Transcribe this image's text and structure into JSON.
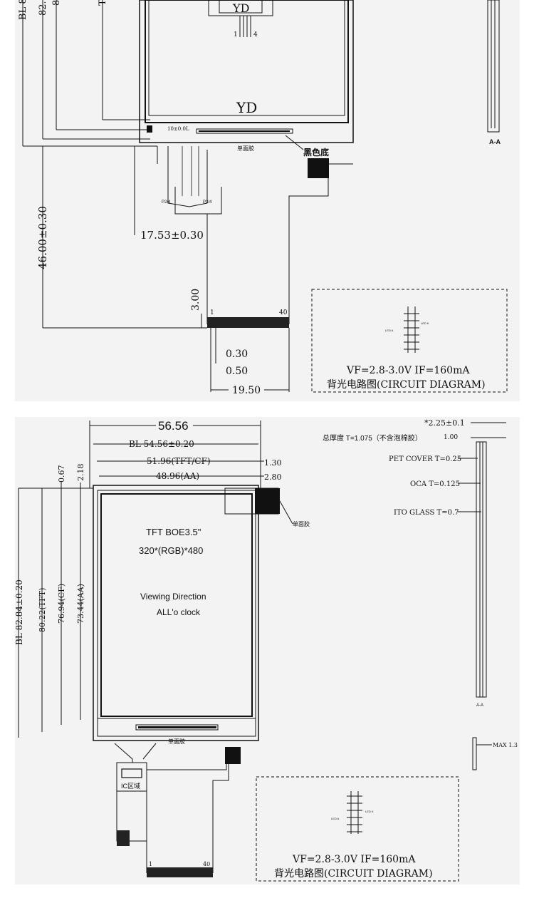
{
  "top_drawing": {
    "label_bl": "BL 8",
    "label_82": "82.",
    "label_8": "8",
    "label_t": "T",
    "yd_top": "YD",
    "pin1_small": "1",
    "pin4_small": "4",
    "yd_main": "YD",
    "section_label": "A-A",
    "pitch_label": "10±0.0L",
    "dim_46": "46.00±0.30",
    "dim_17": "17.53±0.30",
    "dim_3": "3.00",
    "pin1": "1",
    "pin40": "40",
    "dim_030": "0.30",
    "dim_050": "0.50",
    "dim_1950": "19.50",
    "fpc_left_tag": "P2/4",
    "fpc_right_tag": "P3/4",
    "tape_label": "单面胶",
    "black_label": "黑色底",
    "circuit": {
      "vf_if": "VF=2.8-3.0V   IF=160mA",
      "title": "背光电路图(CIRCUIT DIAGRAM)",
      "led_a": "LED A",
      "led_k": "LED K"
    }
  },
  "bottom_drawing": {
    "dim_width": "56.56",
    "dim_bl_width": "BL 54.56±0.20",
    "dim_tft_cf": "51.96(TFT/CF)",
    "dim_aa_w": "48.96(AA)",
    "dim_130": "1.30",
    "dim_280": "2.80",
    "dim_067": "0.67",
    "dim_218": "2.18",
    "dim_bl_height": "BL 82.84±0.20",
    "dim_tft_h": "80.22(TFT)",
    "dim_cf_h": "76.94(CF)",
    "dim_aa_h": "73.44(AA)",
    "screen_line1": "TFT BOE3.5\"",
    "screen_line2": "320*(RGB)*480",
    "screen_line3": "Viewing Direction",
    "screen_line4": "ALL'o clock",
    "tape_label": "单面胶",
    "tape_label2": "单面胶",
    "ic_label": "IC区域",
    "pin1": "1",
    "pin40": "40",
    "thickness_225": "*2.25±0.1",
    "total_thickness": "总厚度 T=1.075（不含泡棉胶）",
    "total_tail": "1.00",
    "pet_cover": "PET COVER T=0.25",
    "oca": "OCA T=0.125",
    "ito_glass": "ITO GLASS T=0.7",
    "section_label": "A-A",
    "max_label": "MAX 1.3",
    "circuit": {
      "vf_if": "VF=2.8-3.0V   IF=160mA",
      "title": "背光电路图(CIRCUIT DIAGRAM)",
      "led_a": "LED A",
      "led_k": "LED K"
    }
  }
}
